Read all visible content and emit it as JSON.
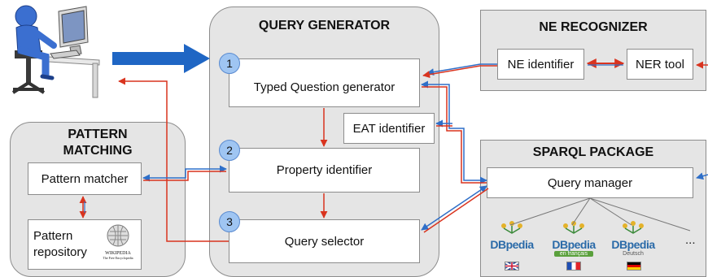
{
  "query_generator": {
    "title": "QUERY GENERATOR",
    "steps": [
      "1",
      "2",
      "3"
    ],
    "typed_question": "Typed Question generator",
    "eat_identifier": "EAT identifier",
    "property_identifier": "Property identifier",
    "query_selector": "Query selector"
  },
  "ne_recognizer": {
    "title": "NE RECOGNIZER",
    "ne_identifier": "NE identifier",
    "ner_tool": "NER tool"
  },
  "pattern_matching": {
    "title_line1": "PATTERN",
    "title_line2": "MATCHING",
    "pattern_matcher": "Pattern matcher",
    "pattern_repository_line1": "Pattern",
    "pattern_repository_line2": "repository",
    "wikipedia_name": "WIKIPEDIA",
    "wikipedia_tagline": "The Free Encyclopedia"
  },
  "sparql_package": {
    "title": "SPARQL PACKAGE",
    "query_manager": "Query manager",
    "endpoints": [
      {
        "logo": "DBpedia",
        "sub": "",
        "flag": "uk-flag"
      },
      {
        "logo": "DBpedia",
        "sub": "en français",
        "flag": "fr-flag"
      },
      {
        "logo": "DBpedia",
        "sub": "Deutsch",
        "flag": "de-flag"
      }
    ],
    "more": "..."
  },
  "colors": {
    "panel": "#e5e5e5",
    "step_circle": "#9fc5f2",
    "red_arrow": "#d9341f",
    "blue_arrow": "#2f6fc8",
    "big_arrow": "#1f66c4"
  },
  "icons": [
    "user-at-computer-icon",
    "wikipedia-globe-icon",
    "dbpedia-logo-icon"
  ]
}
